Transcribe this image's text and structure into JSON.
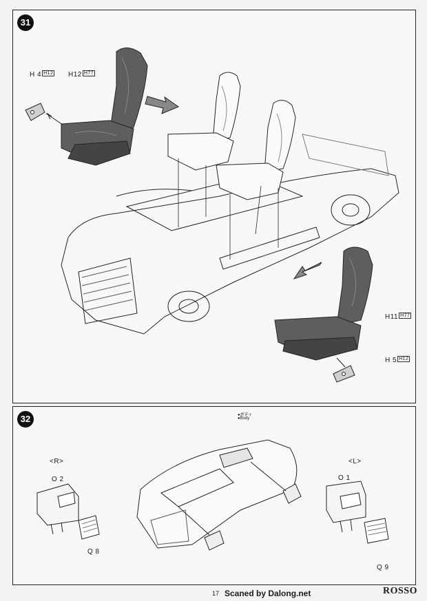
{
  "steps": [
    {
      "number": "31",
      "labels": {
        "h4": {
          "part": "H 4",
          "code": "H12"
        },
        "h12": {
          "part": "H12",
          "code": "H77"
        },
        "h11": {
          "part": "H11",
          "code": "H77"
        },
        "h5": {
          "part": "H 5",
          "code": "H12"
        }
      }
    },
    {
      "number": "32",
      "callout": {
        "jp": "●ボディ",
        "en": "●Body"
      },
      "side_right": "<R>",
      "side_left": "<L>",
      "parts": {
        "o2": "O 2",
        "q8": "Q 8",
        "o1": "O 1",
        "q9": "Q 9"
      }
    }
  ],
  "footer": {
    "page_number": "17",
    "credit": "Scaned by Dalong.net",
    "brand": "ROSSO"
  },
  "colors": {
    "seat_fill": "#5e5e5e",
    "ink": "#222222",
    "paper": "#f3f3f1"
  }
}
